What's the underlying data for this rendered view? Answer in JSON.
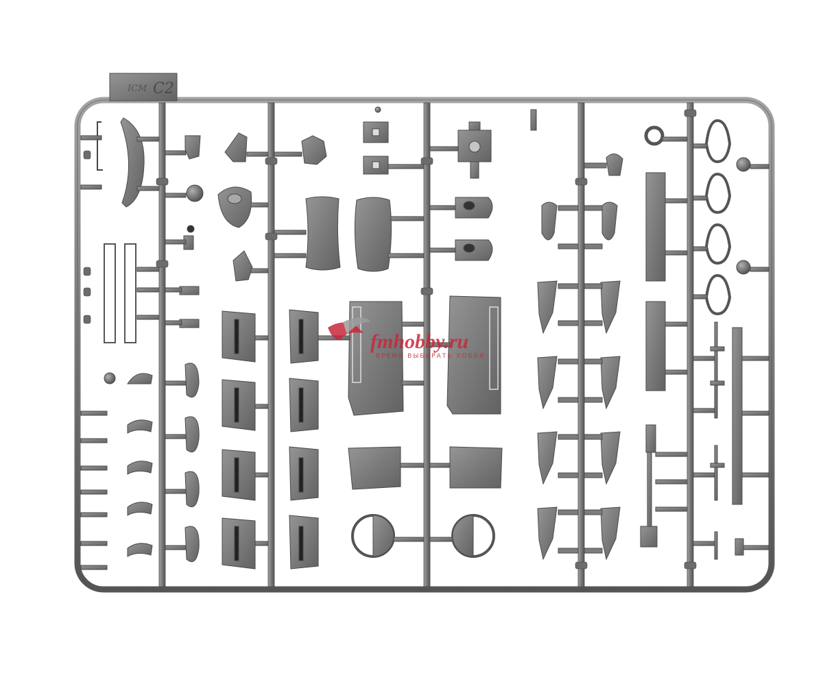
{
  "sprue": {
    "maker_mark": "ICM",
    "code": "C2"
  },
  "watermark": {
    "brand": "fmhobby.ru",
    "tagline": "ВРЕМЯ ВЫБИРАТЬ ХОББИ"
  },
  "colors": {
    "plastic": "#7b7b7b",
    "plastic_dark": "#5a5a5a",
    "plastic_light": "#9c9c9c",
    "background": "#ffffff",
    "watermark_red": "#c8283a"
  }
}
